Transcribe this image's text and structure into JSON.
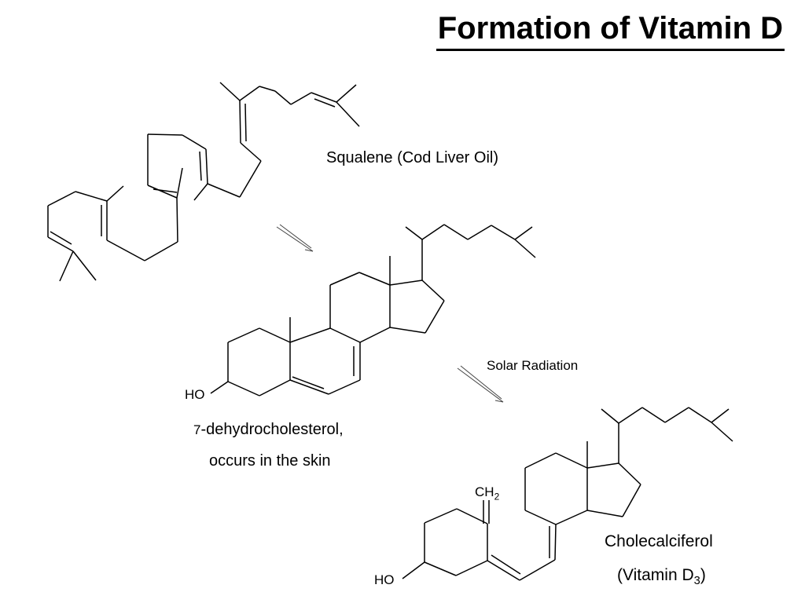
{
  "title": "Formation of Vitamin D",
  "squalene_label": "Squalene (Cod Liver Oil)",
  "solar_label": "Solar Radiation",
  "dehydro": {
    "number": "7",
    "line1": "-dehydrocholesterol,",
    "line2": "occurs in the skin"
  },
  "vitamin": {
    "name": "Cholecalciferol",
    "paren_open": "(Vitamin D",
    "subscript": "3",
    "paren_close": ")"
  },
  "atoms": {
    "ho_1": "HO",
    "ho_2": "HO",
    "ch": "CH",
    "ch_sub": "2"
  }
}
